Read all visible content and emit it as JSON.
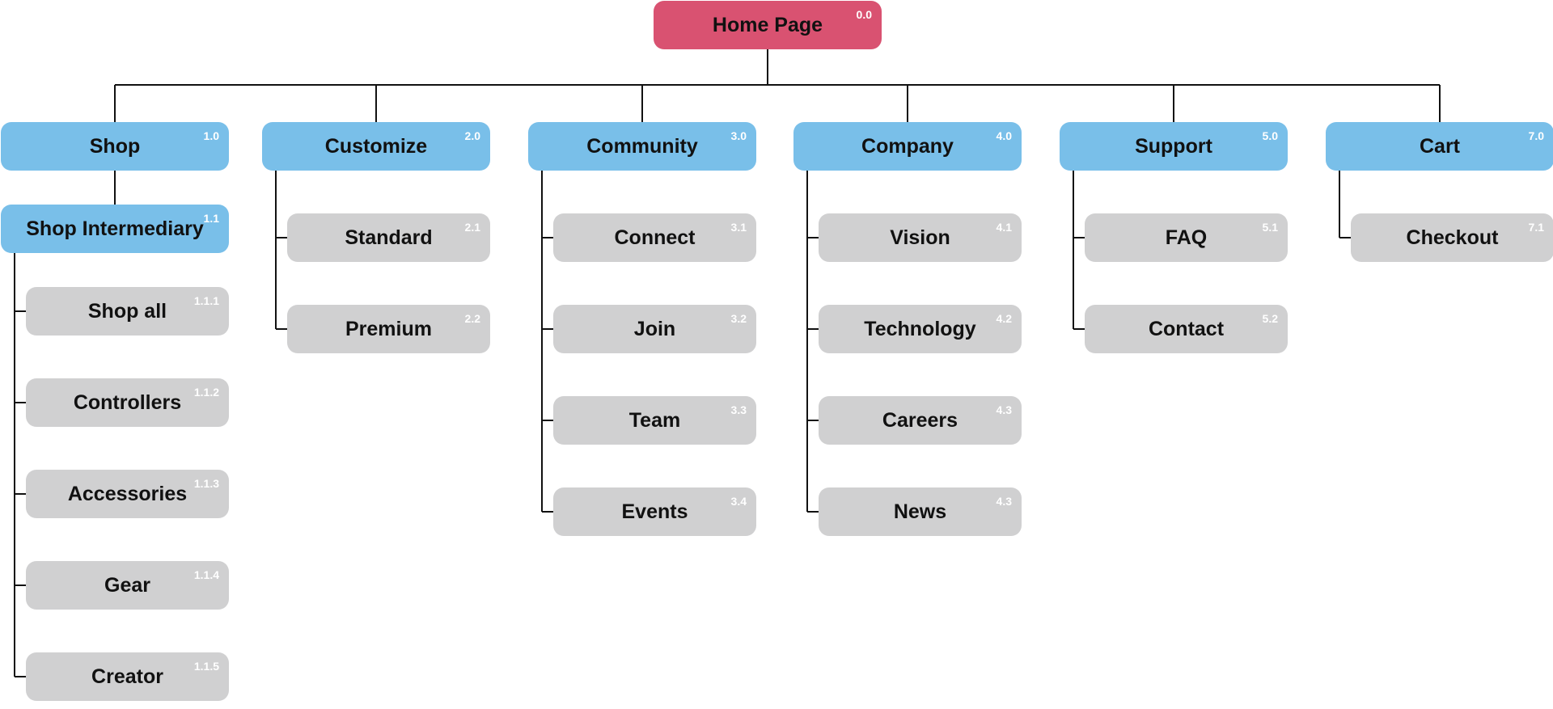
{
  "root": {
    "label": "Home Page",
    "code": "0.0",
    "color": "#d95271"
  },
  "section_color": "#79bfe9",
  "page_color": "#d0d0d1",
  "sections": [
    {
      "label": "Shop",
      "code": "1.0",
      "intermediary": {
        "label": "Shop Intermediary",
        "code": "1.1"
      },
      "children": [
        {
          "label": "Shop all",
          "code": "1.1.1"
        },
        {
          "label": "Controllers",
          "code": "1.1.2"
        },
        {
          "label": "Accessories",
          "code": "1.1.3"
        },
        {
          "label": "Gear",
          "code": "1.1.4"
        },
        {
          "label": "Creator",
          "code": "1.1.5"
        }
      ]
    },
    {
      "label": "Customize",
      "code": "2.0",
      "children": [
        {
          "label": "Standard",
          "code": "2.1"
        },
        {
          "label": "Premium",
          "code": "2.2"
        }
      ]
    },
    {
      "label": "Community",
      "code": "3.0",
      "children": [
        {
          "label": "Connect",
          "code": "3.1"
        },
        {
          "label": "Join",
          "code": "3.2"
        },
        {
          "label": "Team",
          "code": "3.3"
        },
        {
          "label": "Events",
          "code": "3.4"
        }
      ]
    },
    {
      "label": "Company",
      "code": "4.0",
      "children": [
        {
          "label": "Vision",
          "code": "4.1"
        },
        {
          "label": "Technology",
          "code": "4.2"
        },
        {
          "label": "Careers",
          "code": "4.3"
        },
        {
          "label": "News",
          "code": "4.3"
        }
      ]
    },
    {
      "label": "Support",
      "code": "5.0",
      "children": [
        {
          "label": "FAQ",
          "code": "5.1"
        },
        {
          "label": "Contact",
          "code": "5.2"
        }
      ]
    },
    {
      "label": "Cart",
      "code": "7.0",
      "children": [
        {
          "label": "Checkout",
          "code": "7.1"
        }
      ]
    }
  ]
}
